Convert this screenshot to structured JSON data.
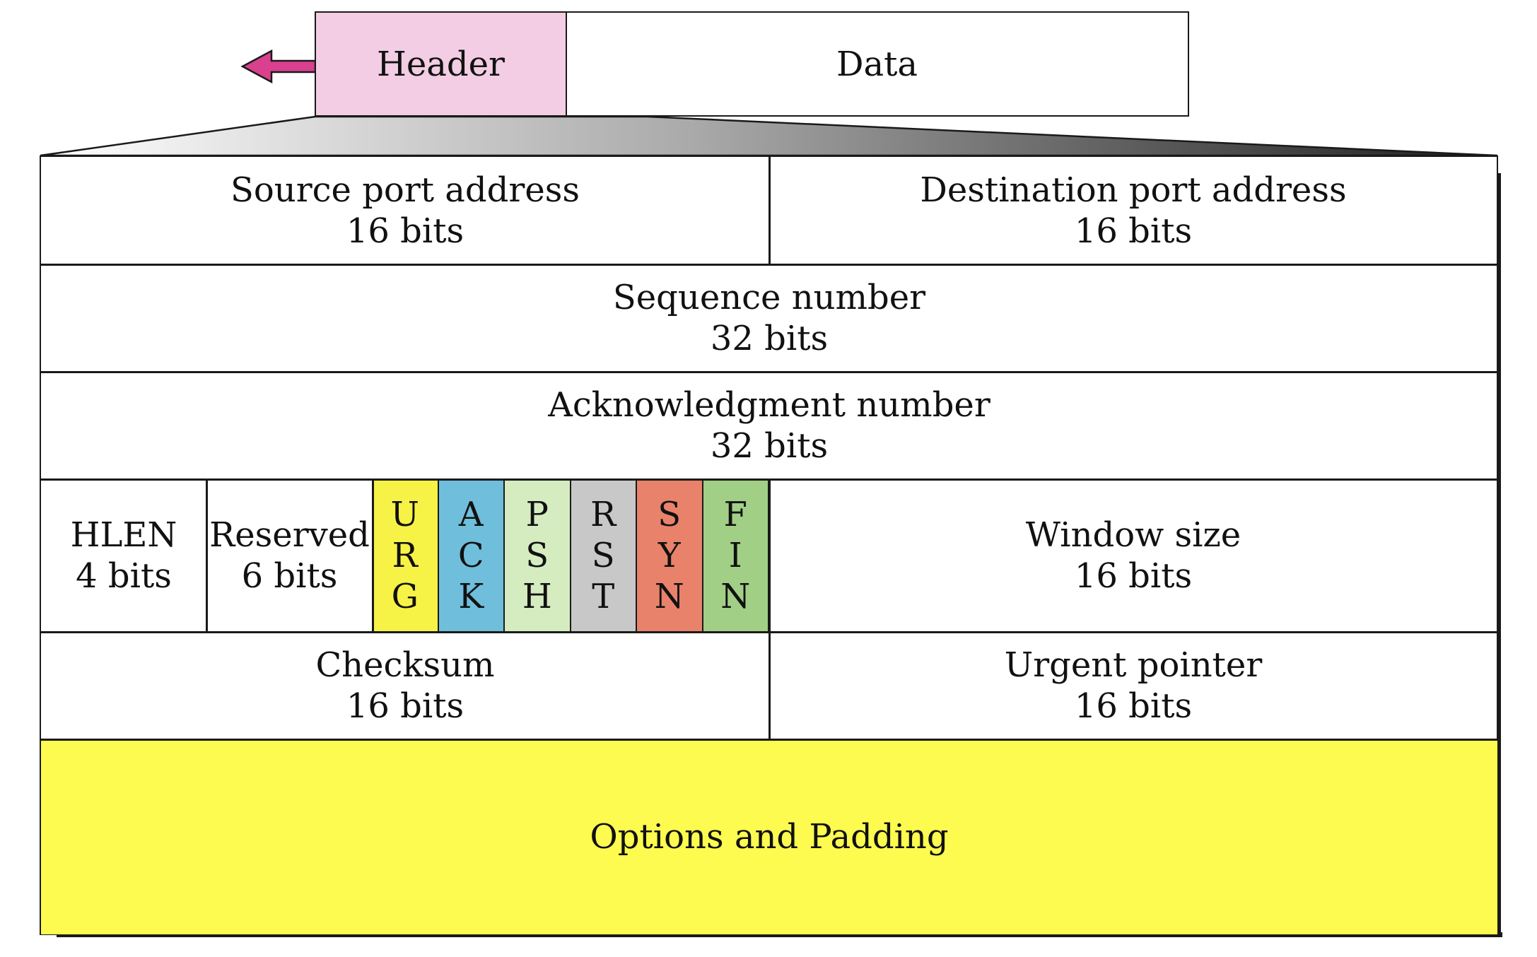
{
  "segment": {
    "header_label": "Header",
    "data_label": "Data"
  },
  "rows": {
    "source_port": {
      "label": "Source port address",
      "bits": "16 bits"
    },
    "dest_port": {
      "label": "Destination port address",
      "bits": "16 bits"
    },
    "sequence": {
      "label": "Sequence number",
      "bits": "32 bits"
    },
    "ack": {
      "label": "Acknowledgment number",
      "bits": "32 bits"
    },
    "hlen": {
      "label": "HLEN",
      "bits": "4 bits"
    },
    "reserved": {
      "label": "Reserved",
      "bits": "6 bits"
    },
    "window": {
      "label": "Window size",
      "bits": "16 bits"
    },
    "checksum": {
      "label": "Checksum",
      "bits": "16 bits"
    },
    "urgent": {
      "label": "Urgent pointer",
      "bits": "16 bits"
    },
    "options": {
      "label": "Options and Padding"
    }
  },
  "flags": [
    {
      "name": "URG",
      "letters": [
        "U",
        "R",
        "G"
      ],
      "color": "#f7f246"
    },
    {
      "name": "ACK",
      "letters": [
        "A",
        "C",
        "K"
      ],
      "color": "#6fbedc"
    },
    {
      "name": "PSH",
      "letters": [
        "P",
        "S",
        "H"
      ],
      "color": "#d5ecc0"
    },
    {
      "name": "RST",
      "letters": [
        "R",
        "S",
        "T"
      ],
      "color": "#c8c8c8"
    },
    {
      "name": "SYN",
      "letters": [
        "S",
        "Y",
        "N"
      ],
      "color": "#e9826a"
    },
    {
      "name": "FIN",
      "letters": [
        "F",
        "I",
        "N"
      ],
      "color": "#a2cf86"
    }
  ],
  "colors": {
    "header_fill": "#f2cde3",
    "arrow_fill": "#d9408d",
    "options_fill": "#fdfb4f"
  }
}
